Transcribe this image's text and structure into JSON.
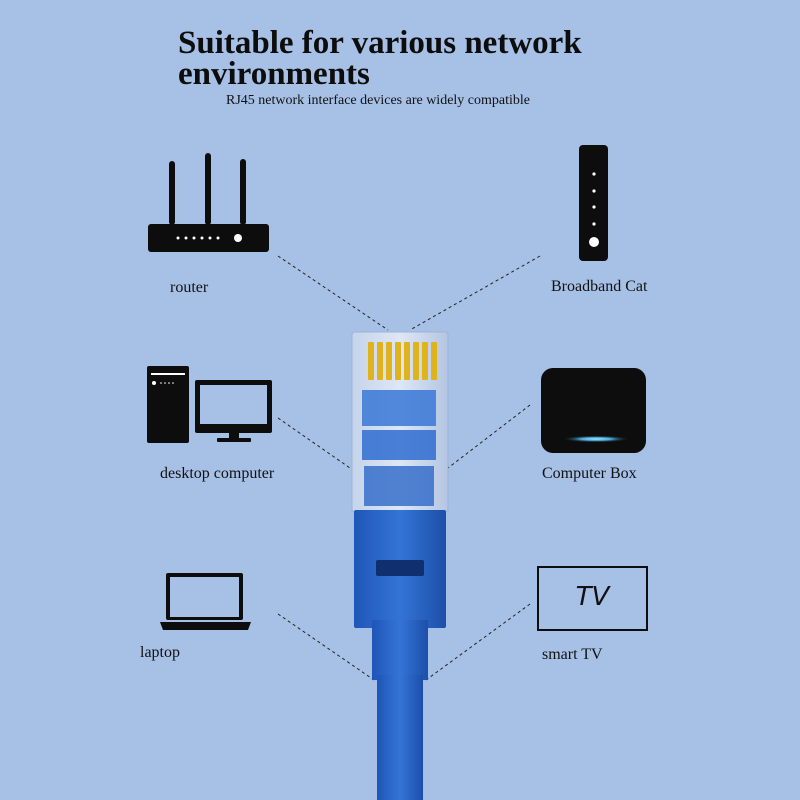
{
  "header": {
    "title": "Suitable for various network environments",
    "subtitle": "RJ45 network interface devices are widely compatible"
  },
  "devices": {
    "router": "router",
    "broadband": "Broadband Cat",
    "desktop": "desktop computer",
    "box": "Computer Box",
    "laptop": "laptop",
    "smart_tv": "smart TV",
    "tv_screen_text": "TV"
  },
  "colors": {
    "background": "#a6c0e6",
    "device": "#0d0d0d",
    "cable_blue": "#2a63c6",
    "connector_gold": "#e0b21c"
  }
}
